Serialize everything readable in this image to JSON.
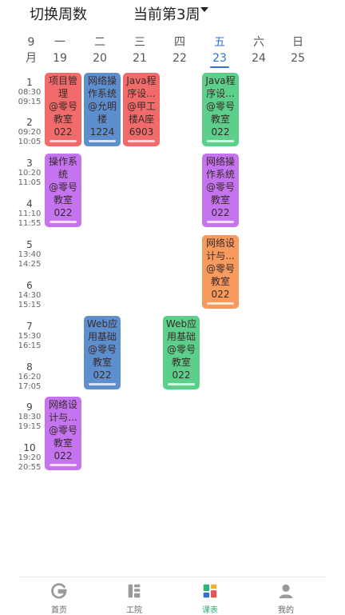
{
  "header": {
    "switch_label": "切换周数",
    "current_week": "当前第3周"
  },
  "month": {
    "num": "9",
    "unit": "月"
  },
  "days": [
    {
      "name": "一",
      "date": "19"
    },
    {
      "name": "二",
      "date": "20"
    },
    {
      "name": "三",
      "date": "21"
    },
    {
      "name": "四",
      "date": "22"
    },
    {
      "name": "五",
      "date": "23"
    },
    {
      "name": "六",
      "date": "24"
    },
    {
      "name": "日",
      "date": "25"
    }
  ],
  "slots": [
    {
      "n": "1",
      "start": "08:30",
      "end": "09:15"
    },
    {
      "n": "2",
      "start": "09:20",
      "end": "10:05"
    },
    {
      "n": "3",
      "start": "10:20",
      "end": "11:05"
    },
    {
      "n": "4",
      "start": "11:10",
      "end": "11:55"
    },
    {
      "n": "5",
      "start": "13:40",
      "end": "14:25"
    },
    {
      "n": "6",
      "start": "14:30",
      "end": "15:15"
    },
    {
      "n": "7",
      "start": "15:30",
      "end": "16:15"
    },
    {
      "n": "8",
      "start": "16:20",
      "end": "17:05"
    },
    {
      "n": "9",
      "start": "18:30",
      "end": "19:15"
    },
    {
      "n": "10",
      "start": "19:20",
      "end": "20:55"
    }
  ],
  "courses": [
    {
      "l1": "项目管",
      "l2": "理",
      "l3": "@零号",
      "l4": "教室",
      "l5": "022",
      "color": "#f26b6b"
    },
    {
      "l1": "网络操",
      "l2": "作系统",
      "l3": "@允明",
      "l4": "楼1224",
      "l5": "",
      "color": "#5d8fcf"
    },
    {
      "l1": "Java程",
      "l2": "序设...",
      "l3": "@甲工",
      "l4": "楼A座",
      "l5": "6903",
      "color": "#f26b6b"
    },
    {
      "l1": "Java程",
      "l2": "序设...",
      "l3": "@零号",
      "l4": "教室",
      "l5": "022",
      "color": "#5ccf8a"
    },
    {
      "l1": "操作系",
      "l2": "统",
      "l3": "@零号",
      "l4": "教室",
      "l5": "022",
      "color": "#c374ee"
    },
    {
      "l1": "网络操",
      "l2": "作系统",
      "l3": "@零号",
      "l4": "教室",
      "l5": "022",
      "color": "#c374ee"
    },
    {
      "l1": "网络设",
      "l2": "计与...",
      "l3": "@零号",
      "l4": "教室",
      "l5": "022",
      "color": "#f79a5e"
    },
    {
      "l1": "Web应",
      "l2": "用基础",
      "l3": "@零号",
      "l4": "教室",
      "l5": "022",
      "color": "#5d8fcf"
    },
    {
      "l1": "Web应",
      "l2": "用基础",
      "l3": "@零号",
      "l4": "教室",
      "l5": "022",
      "color": "#5ccf8a"
    },
    {
      "l1": "网络设",
      "l2": "计与...",
      "l3": "@零号",
      "l4": "教室",
      "l5": "022",
      "color": "#c374ee"
    }
  ],
  "nav": [
    {
      "label": "首页",
      "icon": "home-icon"
    },
    {
      "label": "工院",
      "icon": "campus-icon"
    },
    {
      "label": "课表",
      "icon": "schedule-icon"
    },
    {
      "label": "我的",
      "icon": "profile-icon"
    }
  ],
  "colors": {
    "accent": "#2f6fd6",
    "nav_active": "#2bb673"
  }
}
